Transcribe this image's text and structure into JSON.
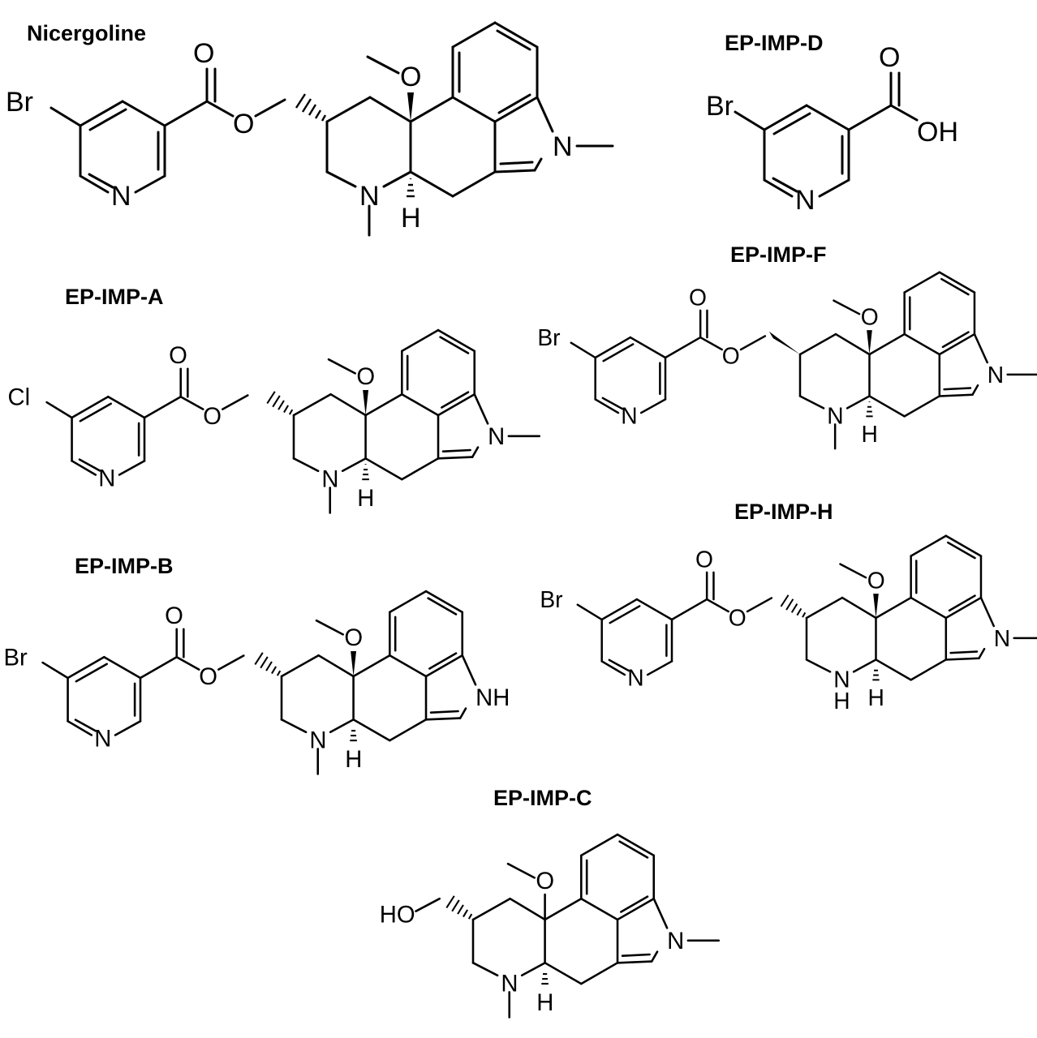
{
  "figure": {
    "structures": [
      {
        "id": "nicergoline",
        "title": "Nicergoline",
        "halogen": "Br",
        "atoms": {
          "ester_o": "O",
          "ring_o": "O",
          "pyridine_n": "N",
          "ome_o": "O",
          "indole_n": "N",
          "amine_n": "N",
          "h": "H"
        }
      },
      {
        "id": "ep_imp_d",
        "title": "EP-IMP-D",
        "halogen": "Br",
        "atoms": {
          "acid_o": "O",
          "acid_oh": "OH",
          "pyridine_n": "N"
        }
      },
      {
        "id": "ep_imp_f",
        "title": "EP-IMP-F",
        "halogen": "Br",
        "atoms": {
          "ester_o": "O",
          "ring_o": "O",
          "pyridine_n": "N",
          "ome_o": "O",
          "indole_n": "N",
          "amine_n": "N",
          "h": "H"
        }
      },
      {
        "id": "ep_imp_a",
        "title": "EP-IMP-A",
        "halogen": "Cl",
        "atoms": {
          "ester_o": "O",
          "ring_o": "O",
          "pyridine_n": "N",
          "ome_o": "O",
          "indole_n": "N",
          "amine_n": "N",
          "h": "H"
        }
      },
      {
        "id": "ep_imp_h",
        "title": "EP-IMP-H",
        "halogen": "Br",
        "atoms": {
          "ester_o": "O",
          "ring_o": "O",
          "pyridine_n": "N",
          "ome_o": "O",
          "indole_n": "N",
          "amine_nh": "N",
          "amine_h": "H",
          "h": "H"
        }
      },
      {
        "id": "ep_imp_b",
        "title": "EP-IMP-B",
        "halogen": "Br",
        "atoms": {
          "ester_o": "O",
          "ring_o": "O",
          "pyridine_n": "N",
          "ome_o": "O",
          "indole_nh": "NH",
          "amine_n": "N",
          "h": "H"
        }
      },
      {
        "id": "ep_imp_c",
        "title": "EP-IMP-C",
        "halogen": "HO",
        "atoms": {
          "ome_o": "O",
          "indole_n": "N",
          "amine_n": "N",
          "h": "H"
        }
      }
    ]
  }
}
